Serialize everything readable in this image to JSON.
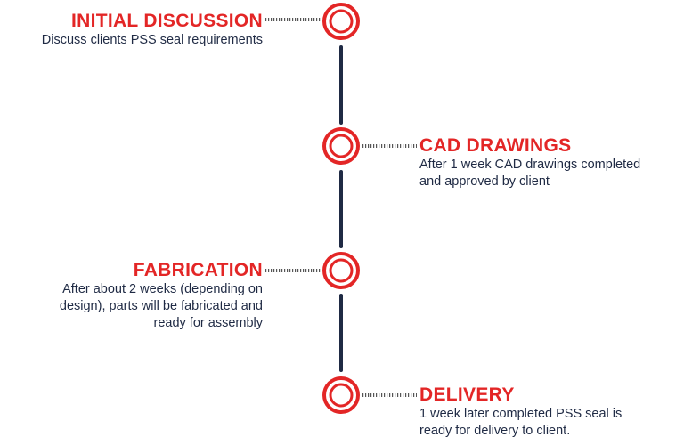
{
  "colors": {
    "accent": "#e32626",
    "line": "#1f2a44",
    "text": "#1f2a44"
  },
  "steps": [
    {
      "title": "INITIAL DISCUSSION",
      "description": [
        "Discuss clients PSS seal requirements"
      ],
      "side": "left"
    },
    {
      "title": "CAD DRAWINGS",
      "description": [
        "After 1 week CAD drawings completed",
        "and approved by client"
      ],
      "side": "right"
    },
    {
      "title": "FABRICATION",
      "description": [
        "After about 2 weeks (depending on",
        "design), parts will be fabricated and",
        "ready for assembly"
      ],
      "side": "left"
    },
    {
      "title": "DELIVERY",
      "description": [
        "1 week later completed PSS seal is",
        "ready for delivery to client."
      ],
      "side": "right"
    }
  ]
}
